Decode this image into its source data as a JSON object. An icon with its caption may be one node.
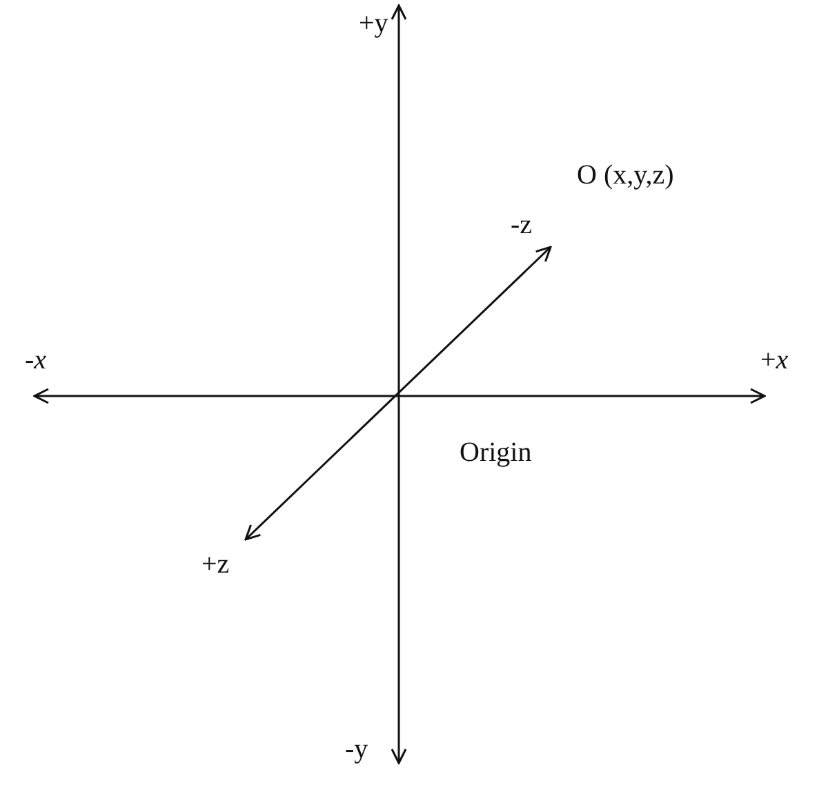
{
  "diagram": {
    "labels": [
      "+y",
      "O (x,y,z)",
      "-z",
      "-*x*",
      "+*x*",
      "Origin",
      "+z",
      "-y"
    ]
  }
}
